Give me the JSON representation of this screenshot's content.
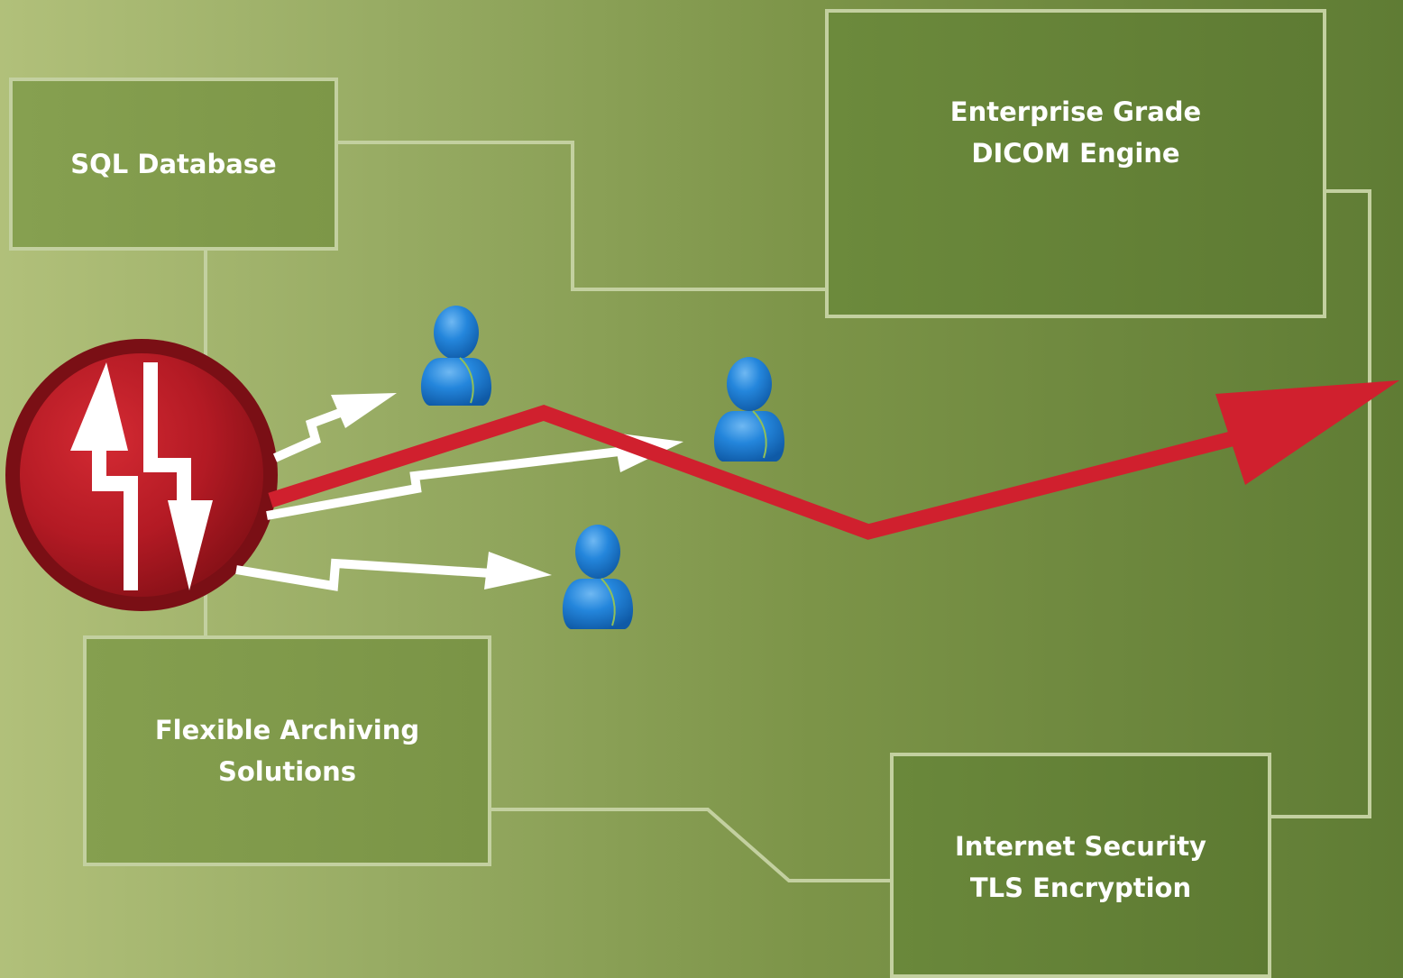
{
  "nodes": [
    {
      "id": "sql",
      "label": "SQL Database"
    },
    {
      "id": "dicom",
      "label": "Enterprise Grade\nDICOM Engine"
    },
    {
      "id": "archive",
      "label": "Flexible Archiving\nSolutions"
    },
    {
      "id": "security",
      "label": "Internet Security\nTLS Encryption"
    }
  ],
  "icons": {
    "hub": "bidirectional-transfer-icon",
    "users": [
      "user-icon",
      "user-icon",
      "user-icon"
    ],
    "path": "red-arrow"
  },
  "colors": {
    "connector": "#c3d0a0",
    "accent_red": "#d0202e",
    "hub_red": "#a8171f",
    "user_blue": "#1f7fd6",
    "text": "#ffffff"
  }
}
